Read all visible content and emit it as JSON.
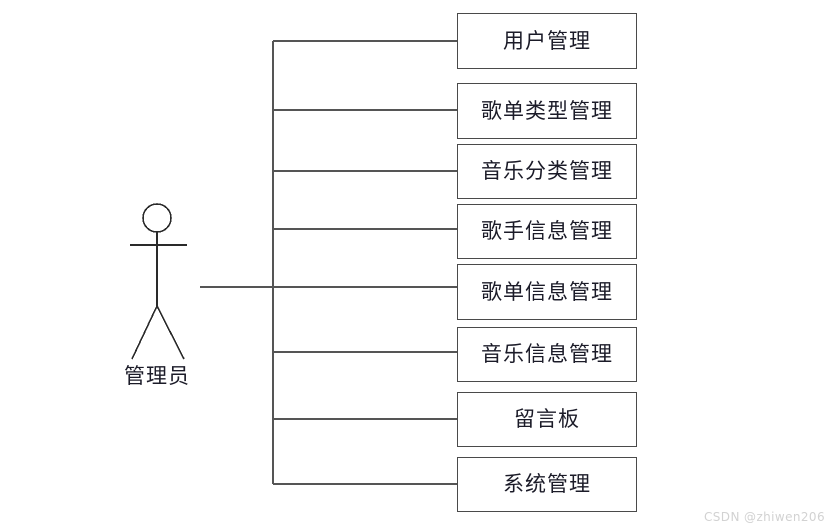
{
  "diagram": {
    "type": "uml-use-case-diagram",
    "actor": {
      "name": "管理员",
      "icon": "stick-figure-actor"
    },
    "use_cases": [
      {
        "label": "用户管理"
      },
      {
        "label": "歌单类型管理"
      },
      {
        "label": "音乐分类管理"
      },
      {
        "label": "歌手信息管理"
      },
      {
        "label": "歌单信息管理"
      },
      {
        "label": "音乐信息管理"
      },
      {
        "label": "留言板"
      },
      {
        "label": "系统管理"
      }
    ],
    "colors": {
      "background": "#ffffff",
      "box_border": "#4a4a4a",
      "connector": "#555555",
      "text": "#1b1b28",
      "watermark": "#d2d2d2"
    }
  },
  "watermark": {
    "text": "CSDN @zhiwen206"
  }
}
